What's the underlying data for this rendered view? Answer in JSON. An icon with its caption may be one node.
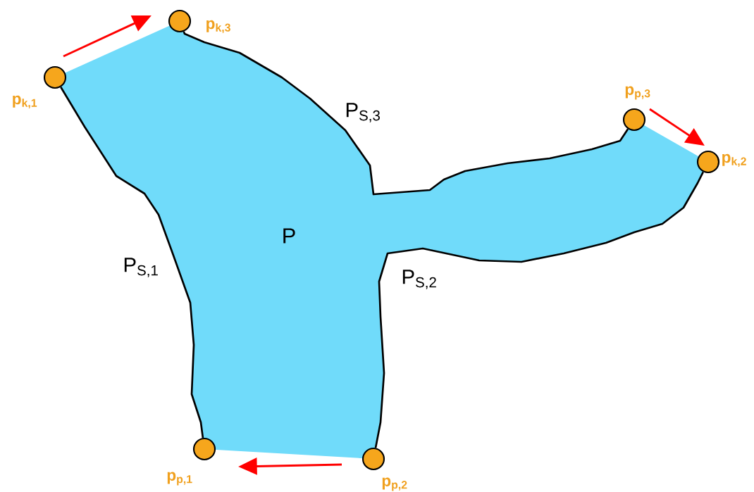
{
  "diagram": {
    "nodes": [
      {
        "text": [],
        "shape": "circle",
        "beside": [
          "p$_{k,3}$"
        ]
      },
      {
        "text": [],
        "shape": "circle",
        "beside": [
          "p$_{k,1}$"
        ]
      },
      {
        "text": [],
        "shape": "circle",
        "beside": [
          "p$_{p,3}$"
        ]
      },
      {
        "text": [],
        "shape": "circle",
        "beside": [
          "p$_{k,2}$"
        ]
      },
      {
        "text": [],
        "shape": "circle",
        "beside": [
          "p$_{p,1}$"
        ]
      },
      {
        "text": [],
        "shape": "circle",
        "beside": [
          "p$_{p,2}$"
        ]
      }
    ],
    "edges": [
      {
        "from": 1,
        "to": 4,
        "arrow": "none",
        "label": "P$_{S,1}$"
      },
      {
        "from": 5,
        "to": 3,
        "arrow": "none",
        "label": "P$_{S,2}$"
      },
      {
        "from": 2,
        "to": 0,
        "arrow": "none",
        "label": "P$_{S,3}$"
      }
    ],
    "labels": [
      "P"
    ]
  }
}
